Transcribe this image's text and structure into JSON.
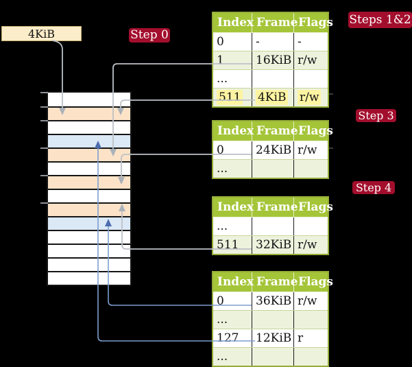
{
  "title": "Recursive page-table walk diagram",
  "labels": {
    "step0": "Step 0",
    "steps12": "Steps 1&2",
    "step3": "Step 3",
    "step4": "Step 4",
    "frame_address": "4KiB"
  },
  "tables": [
    {
      "step": "Steps 1&2",
      "headers": [
        "Index",
        "Frame",
        "Flags"
      ],
      "rows": [
        {
          "cells": [
            "0",
            "-",
            "-"
          ]
        },
        {
          "cells": [
            "1",
            "16KiB",
            "r/w"
          ]
        },
        {
          "cells": [
            "...",
            "",
            ""
          ]
        },
        {
          "cells": [
            "511",
            "4KiB",
            "r/w"
          ],
          "highlight": true
        }
      ]
    },
    {
      "step": "Step 3",
      "headers": [
        "Index",
        "Frame",
        "Flags"
      ],
      "rows": [
        {
          "cells": [
            "0",
            "24KiB",
            "r/w"
          ]
        },
        {
          "cells": [
            "...",
            "",
            ""
          ]
        }
      ]
    },
    {
      "step": "Step 4",
      "headers": [
        "Index",
        "Frame",
        "Flags"
      ],
      "rows": [
        {
          "cells": [
            "...",
            "",
            ""
          ]
        },
        {
          "cells": [
            "511",
            "32KiB",
            "r/w"
          ]
        }
      ]
    },
    {
      "step": "",
      "headers": [
        "Index",
        "Frame",
        "Flags"
      ],
      "rows": [
        {
          "cells": [
            "0",
            "36KiB",
            "r/w"
          ]
        },
        {
          "cells": [
            "...",
            "",
            ""
          ]
        },
        {
          "cells": [
            "127",
            "12KiB",
            "r"
          ]
        },
        {
          "cells": [
            "...",
            "",
            ""
          ]
        }
      ]
    }
  ],
  "memory": {
    "rows": [
      {
        "shade": "white"
      },
      {
        "shade": "peach"
      },
      {
        "shade": "white"
      },
      {
        "shade": "blue"
      },
      {
        "shade": "peach"
      },
      {
        "shade": "white"
      },
      {
        "shade": "peach"
      },
      {
        "shade": "white"
      },
      {
        "shade": "peach"
      },
      {
        "shade": "blue"
      },
      {
        "shade": "white"
      },
      {
        "shade": "white"
      },
      {
        "shade": "white"
      },
      {
        "shade": "white"
      }
    ]
  },
  "connectors": [
    {
      "id": "addr-label-to-frame",
      "color": "gray",
      "desc": "4KiB label points to memory frame"
    },
    {
      "id": "t1-index1-16KiB",
      "color": "gray",
      "desc": "table row 1/16KiB to memory frame"
    },
    {
      "id": "t1-index511-4KiB-selfref",
      "color": "gray",
      "desc": "table row 511/4KiB back to 4KiB frame"
    },
    {
      "id": "t2-index0-24KiB",
      "color": "gray",
      "desc": "table row 0/24KiB to memory frame"
    },
    {
      "id": "t3-index511-32KiB",
      "color": "gray",
      "desc": "table row 511/32KiB to memory frame"
    },
    {
      "id": "t4-index0-36KiB",
      "color": "blue",
      "desc": "table row 0/36KiB to memory frame"
    },
    {
      "id": "t4-index127-12KiB",
      "color": "blue",
      "desc": "table row 127/12KiB to memory frame"
    }
  ],
  "colors": {
    "accent-red": "#a30e2d",
    "header-green": "#a5c539",
    "table-border": "#94ad39",
    "row-green": "#edf2dd",
    "divider-green": "#c7d79a",
    "cell-divider": "#1a1a1a",
    "peach": "#fce3c7",
    "blue-row": "#dbe8f6",
    "cream": "#fbedc9",
    "cream-border": "#c9b170",
    "yellow-hl": "#fdf4a2",
    "gray-line": "#bdc1c6",
    "gray-arrow": "#aab1b9",
    "blue-line": "#7e9ecf",
    "blue-arrow": "#4c6dae",
    "mem-border": "#151515",
    "tick": "#8e9297"
  }
}
